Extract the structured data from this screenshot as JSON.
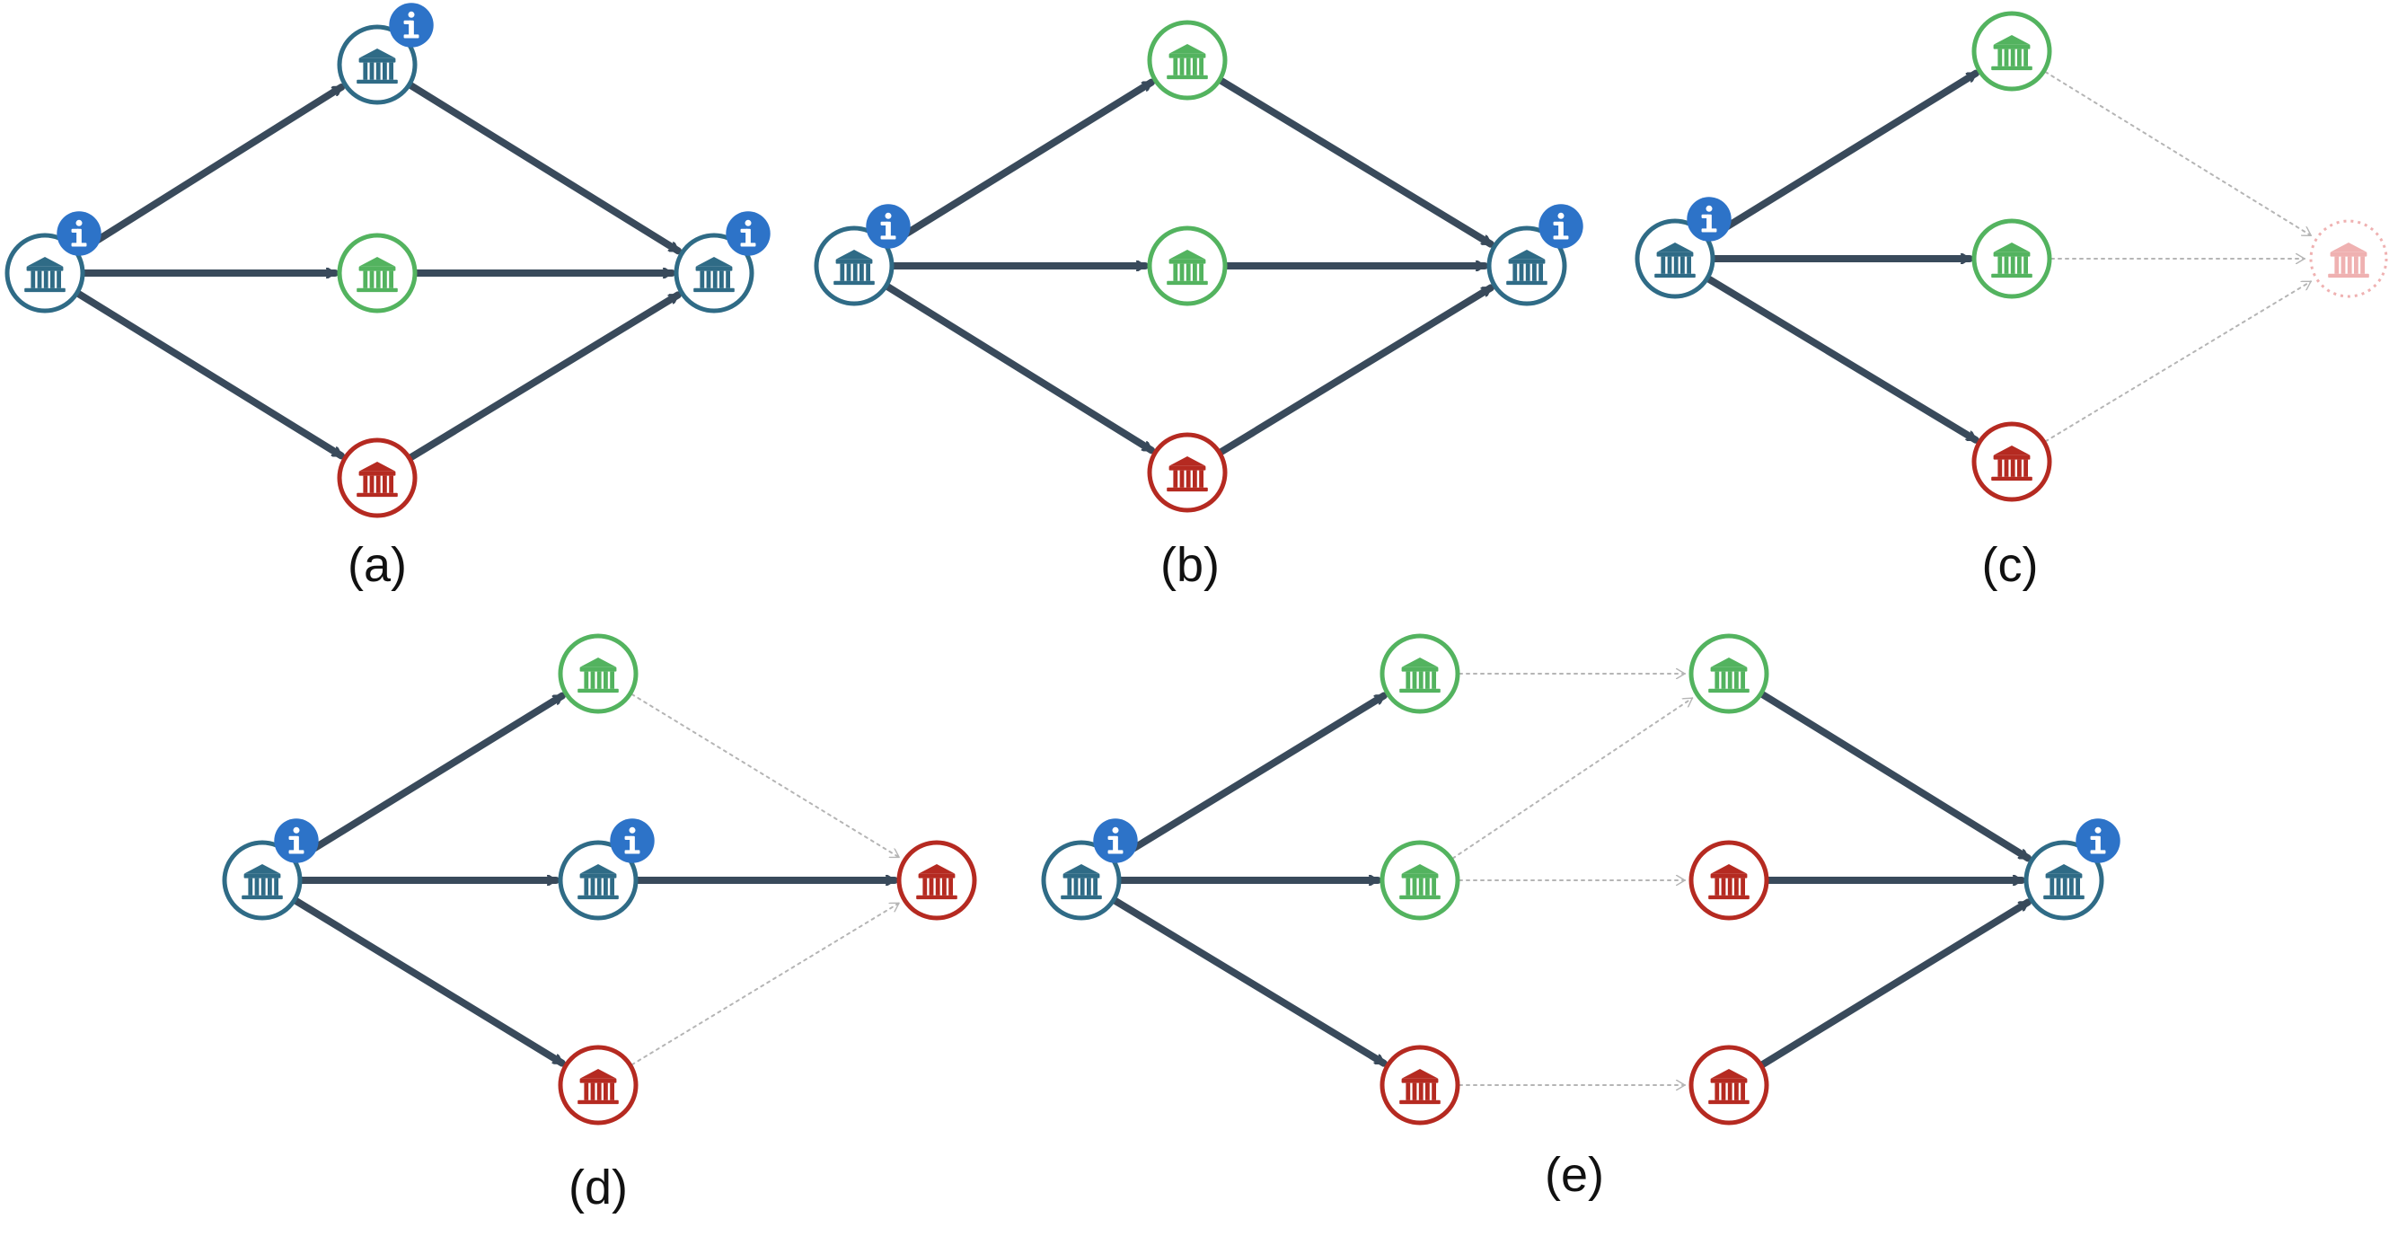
{
  "colors": {
    "neutral": "#2f6b86",
    "green": "#53b35f",
    "red": "#b52a21",
    "faded_red": "#efb1b1",
    "info": "#2d73c8",
    "solid_edge": "#394a5b",
    "dotted_edge": "#b5b5b5"
  },
  "icons": {
    "node": "bank-icon",
    "badge": "info-icon"
  },
  "panels": [
    {
      "id": "a",
      "label": "(a)",
      "nodes": [
        {
          "id": "a-src",
          "kind": "neutral",
          "info": true
        },
        {
          "id": "a-top",
          "kind": "neutral",
          "info": true
        },
        {
          "id": "a-mid",
          "kind": "green",
          "info": false
        },
        {
          "id": "a-bot",
          "kind": "red",
          "info": false
        },
        {
          "id": "a-dst",
          "kind": "neutral",
          "info": true
        }
      ],
      "edges": [
        {
          "from": "a-src",
          "to": "a-top",
          "style": "solid"
        },
        {
          "from": "a-src",
          "to": "a-mid",
          "style": "solid"
        },
        {
          "from": "a-src",
          "to": "a-bot",
          "style": "solid"
        },
        {
          "from": "a-top",
          "to": "a-dst",
          "style": "solid"
        },
        {
          "from": "a-mid",
          "to": "a-dst",
          "style": "solid"
        },
        {
          "from": "a-bot",
          "to": "a-dst",
          "style": "solid"
        }
      ]
    },
    {
      "id": "b",
      "label": "(b)",
      "nodes": [
        {
          "id": "b-src",
          "kind": "neutral",
          "info": true
        },
        {
          "id": "b-top",
          "kind": "green",
          "info": false
        },
        {
          "id": "b-mid",
          "kind": "green",
          "info": false
        },
        {
          "id": "b-bot",
          "kind": "red",
          "info": false
        },
        {
          "id": "b-dst",
          "kind": "neutral",
          "info": true
        }
      ],
      "edges": [
        {
          "from": "b-src",
          "to": "b-top",
          "style": "solid"
        },
        {
          "from": "b-src",
          "to": "b-mid",
          "style": "solid"
        },
        {
          "from": "b-src",
          "to": "b-bot",
          "style": "solid"
        },
        {
          "from": "b-top",
          "to": "b-dst",
          "style": "solid"
        },
        {
          "from": "b-mid",
          "to": "b-dst",
          "style": "solid"
        },
        {
          "from": "b-bot",
          "to": "b-dst",
          "style": "solid"
        }
      ]
    },
    {
      "id": "c",
      "label": "(c)",
      "nodes": [
        {
          "id": "c-src",
          "kind": "neutral",
          "info": true
        },
        {
          "id": "c-top",
          "kind": "green",
          "info": false
        },
        {
          "id": "c-mid",
          "kind": "green",
          "info": false
        },
        {
          "id": "c-bot",
          "kind": "red",
          "info": false
        },
        {
          "id": "c-dst",
          "kind": "faded_red",
          "info": false,
          "dashed": true
        }
      ],
      "edges": [
        {
          "from": "c-src",
          "to": "c-top",
          "style": "solid"
        },
        {
          "from": "c-src",
          "to": "c-mid",
          "style": "solid"
        },
        {
          "from": "c-src",
          "to": "c-bot",
          "style": "solid"
        },
        {
          "from": "c-top",
          "to": "c-dst",
          "style": "dotted"
        },
        {
          "from": "c-mid",
          "to": "c-dst",
          "style": "dotted"
        },
        {
          "from": "c-bot",
          "to": "c-dst",
          "style": "dotted"
        }
      ]
    },
    {
      "id": "d",
      "label": "(d)",
      "nodes": [
        {
          "id": "d-src",
          "kind": "neutral",
          "info": true
        },
        {
          "id": "d-top",
          "kind": "green",
          "info": false
        },
        {
          "id": "d-mid",
          "kind": "neutral",
          "info": true
        },
        {
          "id": "d-bot",
          "kind": "red",
          "info": false
        },
        {
          "id": "d-dst",
          "kind": "red",
          "info": false
        }
      ],
      "edges": [
        {
          "from": "d-src",
          "to": "d-top",
          "style": "solid"
        },
        {
          "from": "d-src",
          "to": "d-mid",
          "style": "solid"
        },
        {
          "from": "d-src",
          "to": "d-bot",
          "style": "solid"
        },
        {
          "from": "d-top",
          "to": "d-dst",
          "style": "dotted"
        },
        {
          "from": "d-mid",
          "to": "d-dst",
          "style": "solid"
        },
        {
          "from": "d-bot",
          "to": "d-dst",
          "style": "dotted"
        }
      ]
    },
    {
      "id": "e",
      "label": "(e)",
      "nodes": [
        {
          "id": "e-src",
          "kind": "neutral",
          "info": true
        },
        {
          "id": "e-top1",
          "kind": "green",
          "info": false
        },
        {
          "id": "e-mid1",
          "kind": "green",
          "info": false
        },
        {
          "id": "e-bot1",
          "kind": "red",
          "info": false
        },
        {
          "id": "e-top2",
          "kind": "green",
          "info": false
        },
        {
          "id": "e-mid2",
          "kind": "red",
          "info": false
        },
        {
          "id": "e-bot2",
          "kind": "red",
          "info": false
        },
        {
          "id": "e-dst",
          "kind": "neutral",
          "info": true
        }
      ],
      "edges": [
        {
          "from": "e-src",
          "to": "e-top1",
          "style": "solid"
        },
        {
          "from": "e-src",
          "to": "e-mid1",
          "style": "solid"
        },
        {
          "from": "e-src",
          "to": "e-bot1",
          "style": "solid"
        },
        {
          "from": "e-top1",
          "to": "e-top2",
          "style": "dotted"
        },
        {
          "from": "e-mid1",
          "to": "e-top2",
          "style": "dotted"
        },
        {
          "from": "e-mid1",
          "to": "e-mid2",
          "style": "dotted"
        },
        {
          "from": "e-bot1",
          "to": "e-bot2",
          "style": "dotted"
        },
        {
          "from": "e-top2",
          "to": "e-dst",
          "style": "solid"
        },
        {
          "from": "e-mid2",
          "to": "e-dst",
          "style": "solid"
        },
        {
          "from": "e-bot2",
          "to": "e-dst",
          "style": "solid"
        }
      ]
    }
  ]
}
